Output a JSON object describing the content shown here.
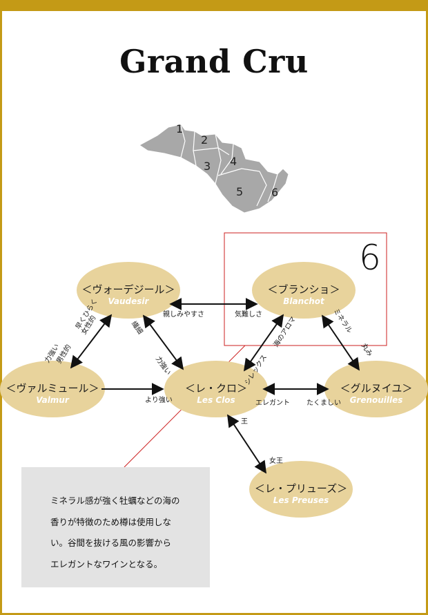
{
  "title": "Grand Cru",
  "map": {
    "labels": [
      "1",
      "2",
      "3",
      "4",
      "5",
      "6"
    ]
  },
  "highlight": {
    "number": "6"
  },
  "nodes": [
    {
      "id": "vaudesir",
      "name": "＜ヴォーデジール＞",
      "latin": "Vaudesir"
    },
    {
      "id": "blanchot",
      "name": "＜ブランショ＞",
      "latin": "Blanchot"
    },
    {
      "id": "valmur",
      "name": "＜ヴァルミュール＞",
      "latin": "Valmur"
    },
    {
      "id": "lesclos",
      "name": "＜レ・クロ＞",
      "latin": "Les Clos"
    },
    {
      "id": "grenouilles",
      "name": "＜グルヌイユ＞",
      "latin": "Grenouilles"
    },
    {
      "id": "preuses",
      "name": "＜レ・プリューズ＞",
      "latin": "Les Preuses"
    }
  ],
  "edge_labels": {
    "vaudesir_blanchot_left": "親しみやすさ",
    "vaudesir_blanchot_right": "気難しさ",
    "vaudesir_valmur_upper_1": "早くひらく",
    "vaudesir_valmur_upper_2": "女性的",
    "vaudesir_valmur_lower_1": "力強い",
    "vaudesir_valmur_lower_2": "男性的",
    "vaudesir_lesclos_upper": "繊細",
    "vaudesir_lesclos_lower": "力強い",
    "valmur_lesclos": "より強い",
    "blanchot_lesclos_upper": "海のアロマ",
    "blanchot_lesclos_lower": "シレックス",
    "blanchot_grenouilles_upper": "ミネラル",
    "blanchot_grenouilles_lower": "丸み",
    "lesclos_grenouilles_left": "エレガント",
    "lesclos_grenouilles_right": "たくましい",
    "lesclos_preuses_upper": "王",
    "lesclos_preuses_lower": "女王"
  },
  "note": {
    "lines": [
      "ミネラル感が強く牡蠣などの海の",
      "香りが特徴のため樽は使用しな",
      "い。谷間を抜ける風の影響から",
      "エレガントなワインとなる。"
    ]
  },
  "colors": {
    "frame": "#c49a16",
    "node_fill": "#e8d39c",
    "highlight_box": "#cc1f1f",
    "note_bg": "#e3e3e3",
    "map_fill": "#a8a8a8"
  }
}
